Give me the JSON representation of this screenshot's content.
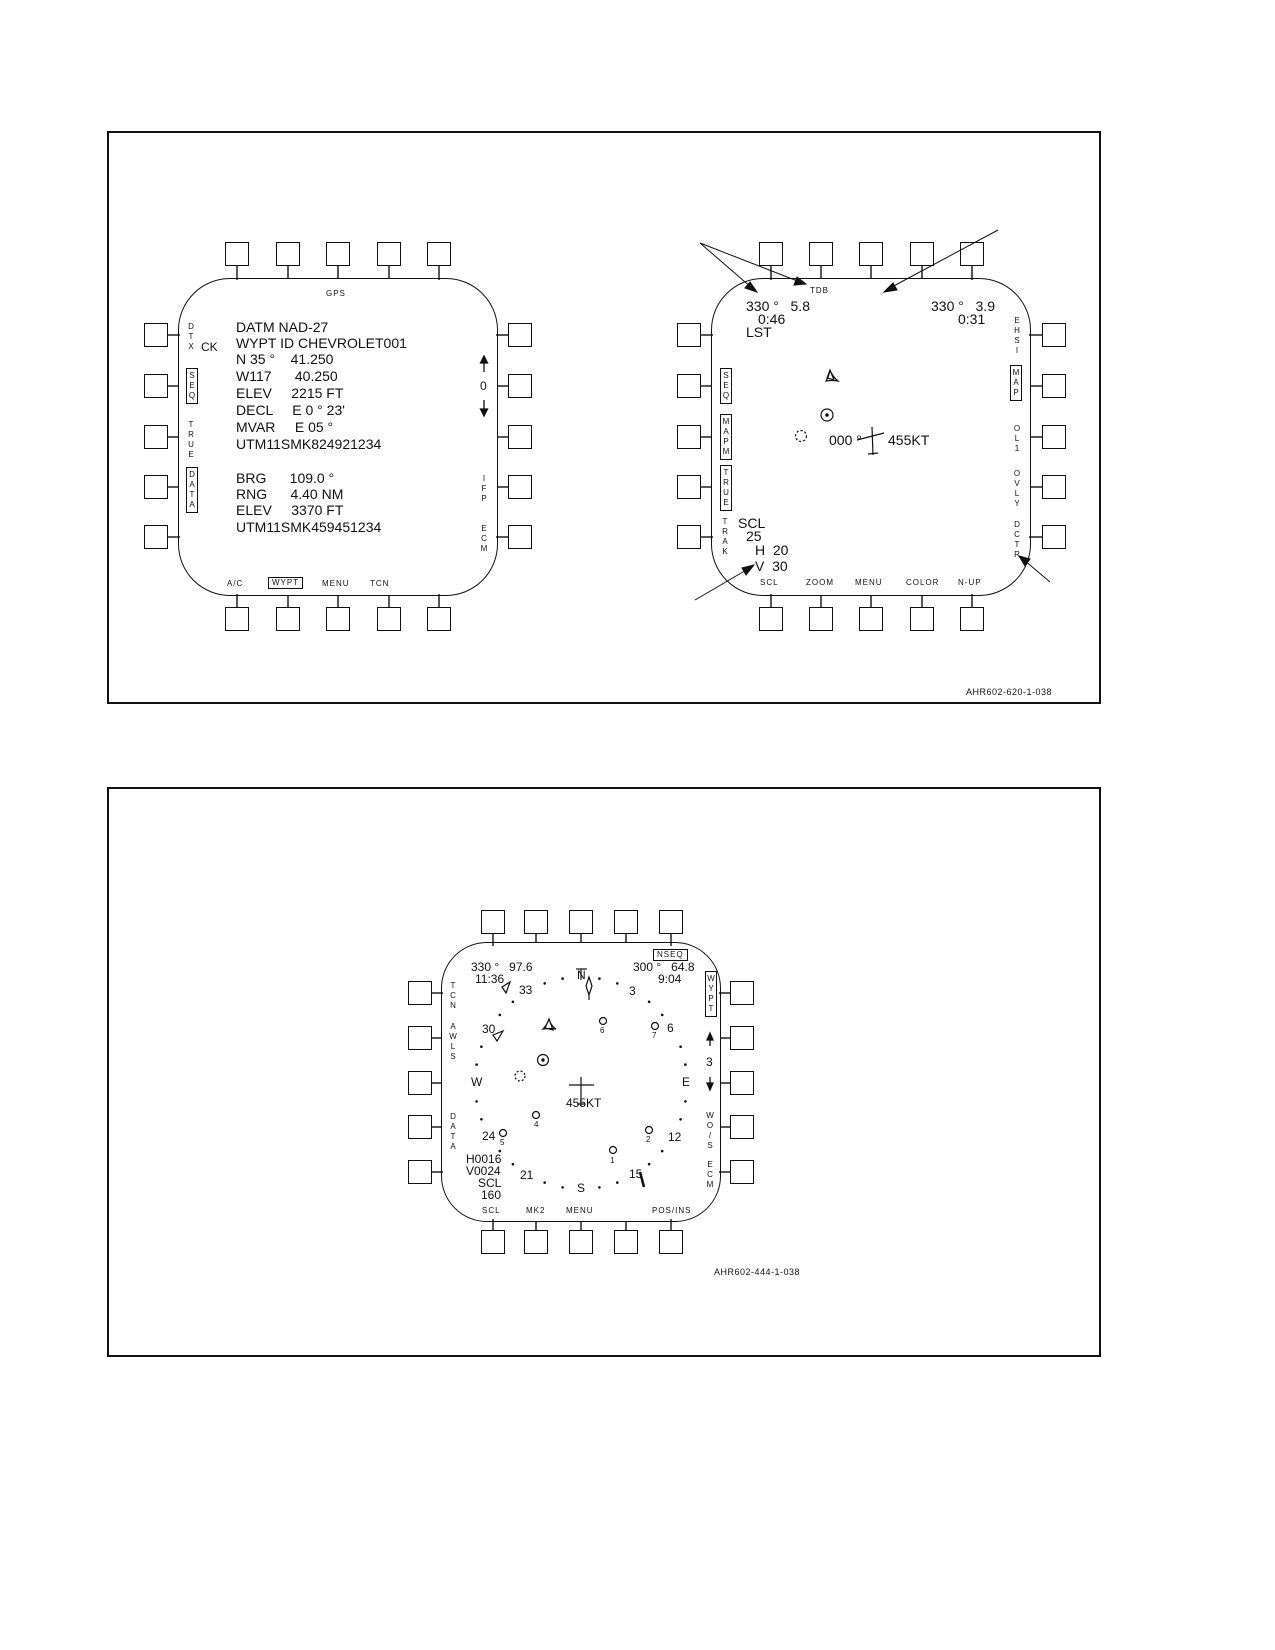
{
  "figure1": {
    "reference": "AHR602-620-1-038",
    "left_display": {
      "top_label": "GPS",
      "left_labels": {
        "dtx": "DTX",
        "ck": "CK",
        "seq": "SEQ",
        "true": "TRUE",
        "data": "DATA"
      },
      "right_labels": {
        "updown_value": "0",
        "ifp": "IFP",
        "ecm": "ECM"
      },
      "bottom_labels": {
        "ac": "A/C",
        "wypt": "WYPT",
        "menu": "MENU",
        "tcn": "TCN"
      },
      "lines": {
        "datm": "DATM NAD-27",
        "wypt_id": "WYPT ID CHEVROLET001",
        "lat": "N 35 °    41.250",
        "lon": "W117      40.250",
        "elev1": "ELEV     2215 FT",
        "decl": "DECL     E 0 ° 23'",
        "mvar": "MVAR     E 05 °",
        "utm1": "UTM11SMK824921234",
        "brg": "BRG      109.0 °",
        "rng": "RNG      4.40 NM",
        "elev2": "ELEV     3370 FT",
        "utm2": "UTM11SMK459451234"
      }
    },
    "right_display": {
      "top_label": "TDB",
      "left_labels": {
        "seq": "SEQ",
        "mapm": "MAPM",
        "true": "TRUE",
        "trak": "TRAK"
      },
      "right_labels": {
        "ehsi": "EHSI",
        "map": "MAP",
        "ol1": "OL1",
        "ovly": "OVLY",
        "dctr": "DCTR"
      },
      "bottom_labels": {
        "scl": "SCL",
        "zoom": "ZOOM",
        "menu": "MENU",
        "color": "COLOR",
        "nup": "N-UP"
      },
      "readouts": {
        "tl_brg": "330 °   5.8",
        "tl_time": "0:46",
        "lst": "LST",
        "tr_brg": "330 °   3.9",
        "tr_time": "0:31",
        "heading": "000 °",
        "speed": "455KT",
        "scl": "SCL",
        "scl_val": "25",
        "h": "H  20",
        "v": "V  30"
      }
    }
  },
  "figure2": {
    "reference": "AHR602-444-1-038",
    "top_right_box": "NSEQ",
    "left_labels": {
      "tcn": "TCN",
      "awls": "AWLS",
      "data": "DATA"
    },
    "right_labels": {
      "wypt": "WYPT",
      "updown_value": "3",
      "wos": "WO/S",
      "ecm": "ECM"
    },
    "bottom_labels": {
      "scl": "SCL",
      "mk2": "MK2",
      "menu": "MENU",
      "posins": "POS/INS"
    },
    "readouts": {
      "tl_brg": "330 °   97.6",
      "tl_time": "11:36",
      "tr_brg": "300 °   64.8",
      "tr_time": "9:04",
      "speed": "455KT",
      "h": "H0016",
      "v": "V0024",
      "scl": "SCL",
      "scl_val": "160"
    },
    "compass": {
      "N": "N",
      "3": "3",
      "6": "6",
      "E": "E",
      "12": "12",
      "15": "15",
      "S": "S",
      "21": "21",
      "24": "24",
      "W": "W",
      "30": "30",
      "33": "33"
    },
    "waypoints": [
      "1",
      "2",
      "4",
      "5",
      "6",
      "7"
    ]
  }
}
